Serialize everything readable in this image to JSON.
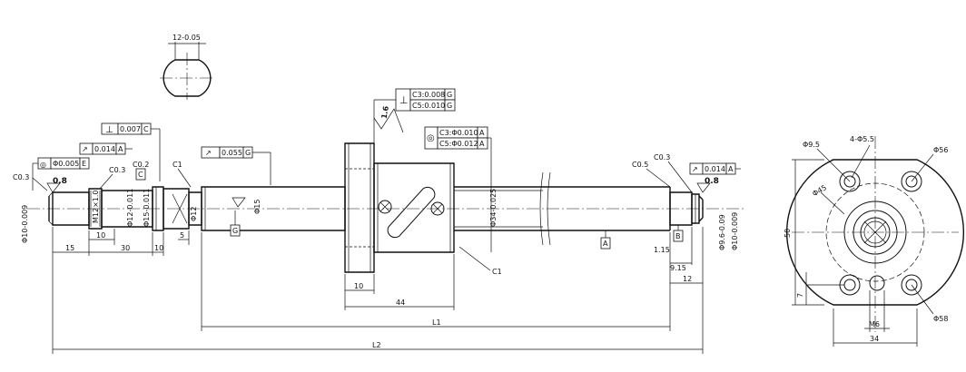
{
  "key_section": {
    "width_dim": "12-0.05"
  },
  "callouts": {
    "perp_top": {
      "symbol": "⊥",
      "c3": "C3:0.008",
      "c5": "C5:0.010",
      "datum": "G"
    },
    "roughness": {
      "value": "1.6"
    },
    "conc_nut": {
      "symbol": "◎",
      "c3": "C3:Φ0.010",
      "c5": "C5:Φ0.012",
      "datum": "A"
    },
    "perp_left": {
      "symbol": "⊥",
      "value": "0.007",
      "datum": "C"
    },
    "runout_left": {
      "symbol": "↗",
      "value": "0.014",
      "datum": "A"
    },
    "conc_left": {
      "symbol": "◎",
      "value": "Φ0.005",
      "datum": "E"
    },
    "runout_mid": {
      "symbol": "↗",
      "value": "0.055",
      "datum": "G"
    },
    "runout_right": {
      "symbol": "↗",
      "value": "0.014",
      "datum": "A"
    }
  },
  "datums": {
    "c": "C",
    "g": "G",
    "a": "A",
    "b": "B"
  },
  "labels": {
    "c03_left": "C0.3",
    "c03_thread": "C0.3",
    "c02": "C0.2",
    "c1_left": "C1",
    "c1_nut": "C1",
    "c05": "C0.5",
    "c03_right": "C0.3",
    "rough_left": "0.8",
    "rough_right": "0.8"
  },
  "dims": {
    "d_left_end": "Φ10-0.009",
    "thread": "M12×1.0",
    "d12": "Φ12-0.011",
    "d15_bearing": "Φ15-0.011",
    "d12_mid": "Φ12",
    "d15_shaft": "Φ15",
    "d34": "Φ34-0.025",
    "d_right_1": "Φ9.6-0.09",
    "d_right_2": "Φ10-0.009",
    "len15": "15",
    "len10a": "10",
    "len30": "30",
    "len10b": "10",
    "len5": "5",
    "len10_flange": "10",
    "len44": "44",
    "L1": "L1",
    "L2": "L2",
    "r115": "1.15",
    "r915": "9.15",
    "r12": "12"
  },
  "end_view": {
    "d95": "Φ9.5",
    "holes": "4-Φ5.5",
    "d56": "Φ56",
    "d45": "Φ45",
    "h50": "50",
    "h7": "7",
    "m6": "M6",
    "d58": "Φ58",
    "w34": "34"
  }
}
